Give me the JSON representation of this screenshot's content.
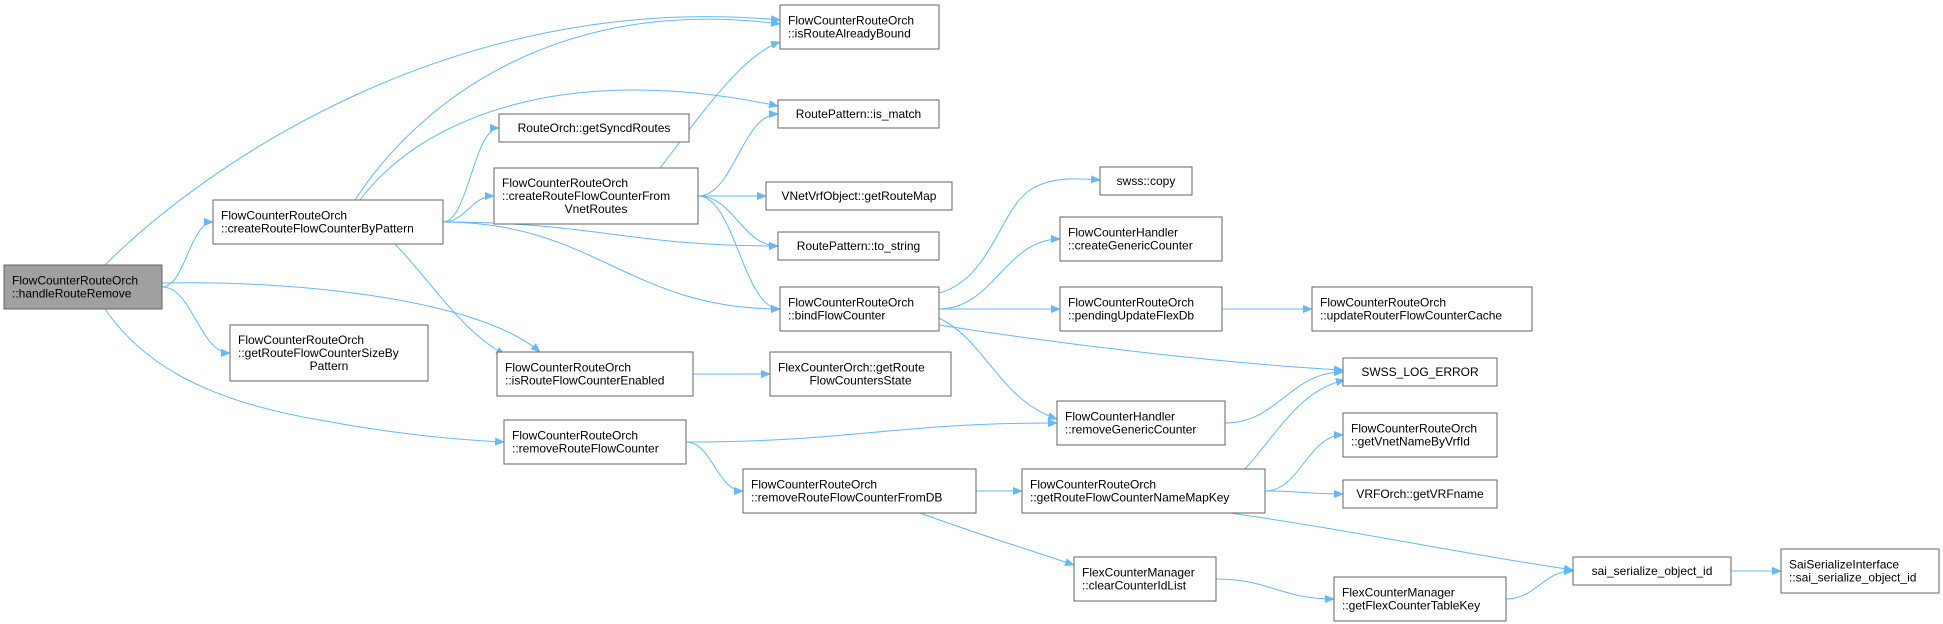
{
  "colors": {
    "edge": "#63b8ff",
    "node_border": "#666666",
    "root_fill": "#a0a0a0",
    "node_fill": "#ffffff"
  },
  "nodes": [
    {
      "id": "handleRouteRemove",
      "root": true,
      "lines": [
        "FlowCounterRouteOrch",
        "::handleRouteRemove"
      ]
    },
    {
      "id": "createRouteFlowCounterByPattern",
      "lines": [
        "FlowCounterRouteOrch",
        "::createRouteFlowCounterByPattern"
      ]
    },
    {
      "id": "getRouteFlowCounterSizeByPattern",
      "lines": [
        "FlowCounterRouteOrch",
        "::getRouteFlowCounterSizeBy",
        "Pattern"
      ]
    },
    {
      "id": "removeRouteFlowCounter",
      "lines": [
        "FlowCounterRouteOrch",
        "::removeRouteFlowCounter"
      ]
    },
    {
      "id": "getSyncdRoutes",
      "lines": [
        "RouteOrch::getSyncdRoutes"
      ]
    },
    {
      "id": "createRouteFlowCounterFromVnetRoutes",
      "lines": [
        "FlowCounterRouteOrch",
        "::createRouteFlowCounterFrom",
        "VnetRoutes"
      ]
    },
    {
      "id": "isRouteFlowCounterEnabled",
      "lines": [
        "FlowCounterRouteOrch",
        "::isRouteFlowCounterEnabled"
      ]
    },
    {
      "id": "removeRouteFlowCounterFromDB",
      "lines": [
        "FlowCounterRouteOrch",
        "::removeRouteFlowCounterFromDB"
      ]
    },
    {
      "id": "isRouteAlreadyBound",
      "lines": [
        "FlowCounterRouteOrch",
        "::isRouteAlreadyBound"
      ]
    },
    {
      "id": "is_match",
      "lines": [
        "RoutePattern::is_match"
      ]
    },
    {
      "id": "getRouteMap",
      "lines": [
        "VNetVrfObject::getRouteMap"
      ]
    },
    {
      "id": "to_string",
      "lines": [
        "RoutePattern::to_string"
      ]
    },
    {
      "id": "bindFlowCounter",
      "lines": [
        "FlowCounterRouteOrch",
        "::bindFlowCounter"
      ]
    },
    {
      "id": "getRouteFlowCountersState",
      "lines": [
        "FlexCounterOrch::getRoute",
        "FlowCountersState"
      ]
    },
    {
      "id": "copy",
      "lines": [
        "swss::copy"
      ]
    },
    {
      "id": "createGenericCounter",
      "lines": [
        "FlowCounterHandler",
        "::createGenericCounter"
      ]
    },
    {
      "id": "pendingUpdateFlexDb",
      "lines": [
        "FlowCounterRouteOrch",
        "::pendingUpdateFlexDb"
      ]
    },
    {
      "id": "removeGenericCounter",
      "lines": [
        "FlowCounterHandler",
        "::removeGenericCounter"
      ]
    },
    {
      "id": "getRouteFlowCounterNameMapKey",
      "lines": [
        "FlowCounterRouteOrch",
        "::getRouteFlowCounterNameMapKey"
      ]
    },
    {
      "id": "clearCounterIdList",
      "lines": [
        "FlexCounterManager",
        "::clearCounterIdList"
      ]
    },
    {
      "id": "updateRouterFlowCounterCache",
      "lines": [
        "FlowCounterRouteOrch",
        "::updateRouterFlowCounterCache"
      ]
    },
    {
      "id": "SWSS_LOG_ERROR",
      "lines": [
        "SWSS_LOG_ERROR"
      ]
    },
    {
      "id": "getVnetNameByVrfId",
      "lines": [
        "FlowCounterRouteOrch",
        "::getVnetNameByVrfId"
      ]
    },
    {
      "id": "getVRFname",
      "lines": [
        "VRFOrch::getVRFname"
      ]
    },
    {
      "id": "getFlexCounterTableKey",
      "lines": [
        "FlexCounterManager",
        "::getFlexCounterTableKey"
      ]
    },
    {
      "id": "sai_serialize_object_id",
      "lines": [
        "sai_serialize_object_id"
      ]
    },
    {
      "id": "SaiSerializeInterface_sai_serialize_object_id",
      "lines": [
        "SaiSerializeInterface",
        "::sai_serialize_object_id"
      ]
    }
  ],
  "edges": [
    [
      "handleRouteRemove",
      "createRouteFlowCounterByPattern"
    ],
    [
      "handleRouteRemove",
      "getRouteFlowCounterSizeByPattern"
    ],
    [
      "handleRouteRemove",
      "removeRouteFlowCounter"
    ],
    [
      "handleRouteRemove",
      "isRouteAlreadyBound"
    ],
    [
      "handleRouteRemove",
      "isRouteFlowCounterEnabled"
    ],
    [
      "createRouteFlowCounterByPattern",
      "getSyncdRoutes"
    ],
    [
      "createRouteFlowCounterByPattern",
      "createRouteFlowCounterFromVnetRoutes"
    ],
    [
      "createRouteFlowCounterByPattern",
      "isRouteAlreadyBound"
    ],
    [
      "createRouteFlowCounterByPattern",
      "is_match"
    ],
    [
      "createRouteFlowCounterByPattern",
      "to_string"
    ],
    [
      "createRouteFlowCounterByPattern",
      "bindFlowCounter"
    ],
    [
      "createRouteFlowCounterByPattern",
      "isRouteFlowCounterEnabled"
    ],
    [
      "createRouteFlowCounterFromVnetRoutes",
      "isRouteAlreadyBound"
    ],
    [
      "createRouteFlowCounterFromVnetRoutes",
      "is_match"
    ],
    [
      "createRouteFlowCounterFromVnetRoutes",
      "getRouteMap"
    ],
    [
      "createRouteFlowCounterFromVnetRoutes",
      "to_string"
    ],
    [
      "createRouteFlowCounterFromVnetRoutes",
      "bindFlowCounter"
    ],
    [
      "isRouteFlowCounterEnabled",
      "getRouteFlowCountersState"
    ],
    [
      "removeRouteFlowCounter",
      "removeGenericCounter"
    ],
    [
      "removeRouteFlowCounter",
      "removeRouteFlowCounterFromDB"
    ],
    [
      "removeRouteFlowCounterFromDB",
      "getRouteFlowCounterNameMapKey"
    ],
    [
      "removeRouteFlowCounterFromDB",
      "clearCounterIdList"
    ],
    [
      "bindFlowCounter",
      "copy"
    ],
    [
      "bindFlowCounter",
      "createGenericCounter"
    ],
    [
      "bindFlowCounter",
      "pendingUpdateFlexDb"
    ],
    [
      "bindFlowCounter",
      "SWSS_LOG_ERROR"
    ],
    [
      "bindFlowCounter",
      "removeGenericCounter"
    ],
    [
      "pendingUpdateFlexDb",
      "updateRouterFlowCounterCache"
    ],
    [
      "removeGenericCounter",
      "SWSS_LOG_ERROR"
    ],
    [
      "getRouteFlowCounterNameMapKey",
      "SWSS_LOG_ERROR"
    ],
    [
      "getRouteFlowCounterNameMapKey",
      "getVnetNameByVrfId"
    ],
    [
      "getRouteFlowCounterNameMapKey",
      "getVRFname"
    ],
    [
      "getRouteFlowCounterNameMapKey",
      "sai_serialize_object_id"
    ],
    [
      "clearCounterIdList",
      "getFlexCounterTableKey"
    ],
    [
      "getFlexCounterTableKey",
      "sai_serialize_object_id"
    ],
    [
      "sai_serialize_object_id",
      "SaiSerializeInterface_sai_serialize_object_id"
    ]
  ]
}
